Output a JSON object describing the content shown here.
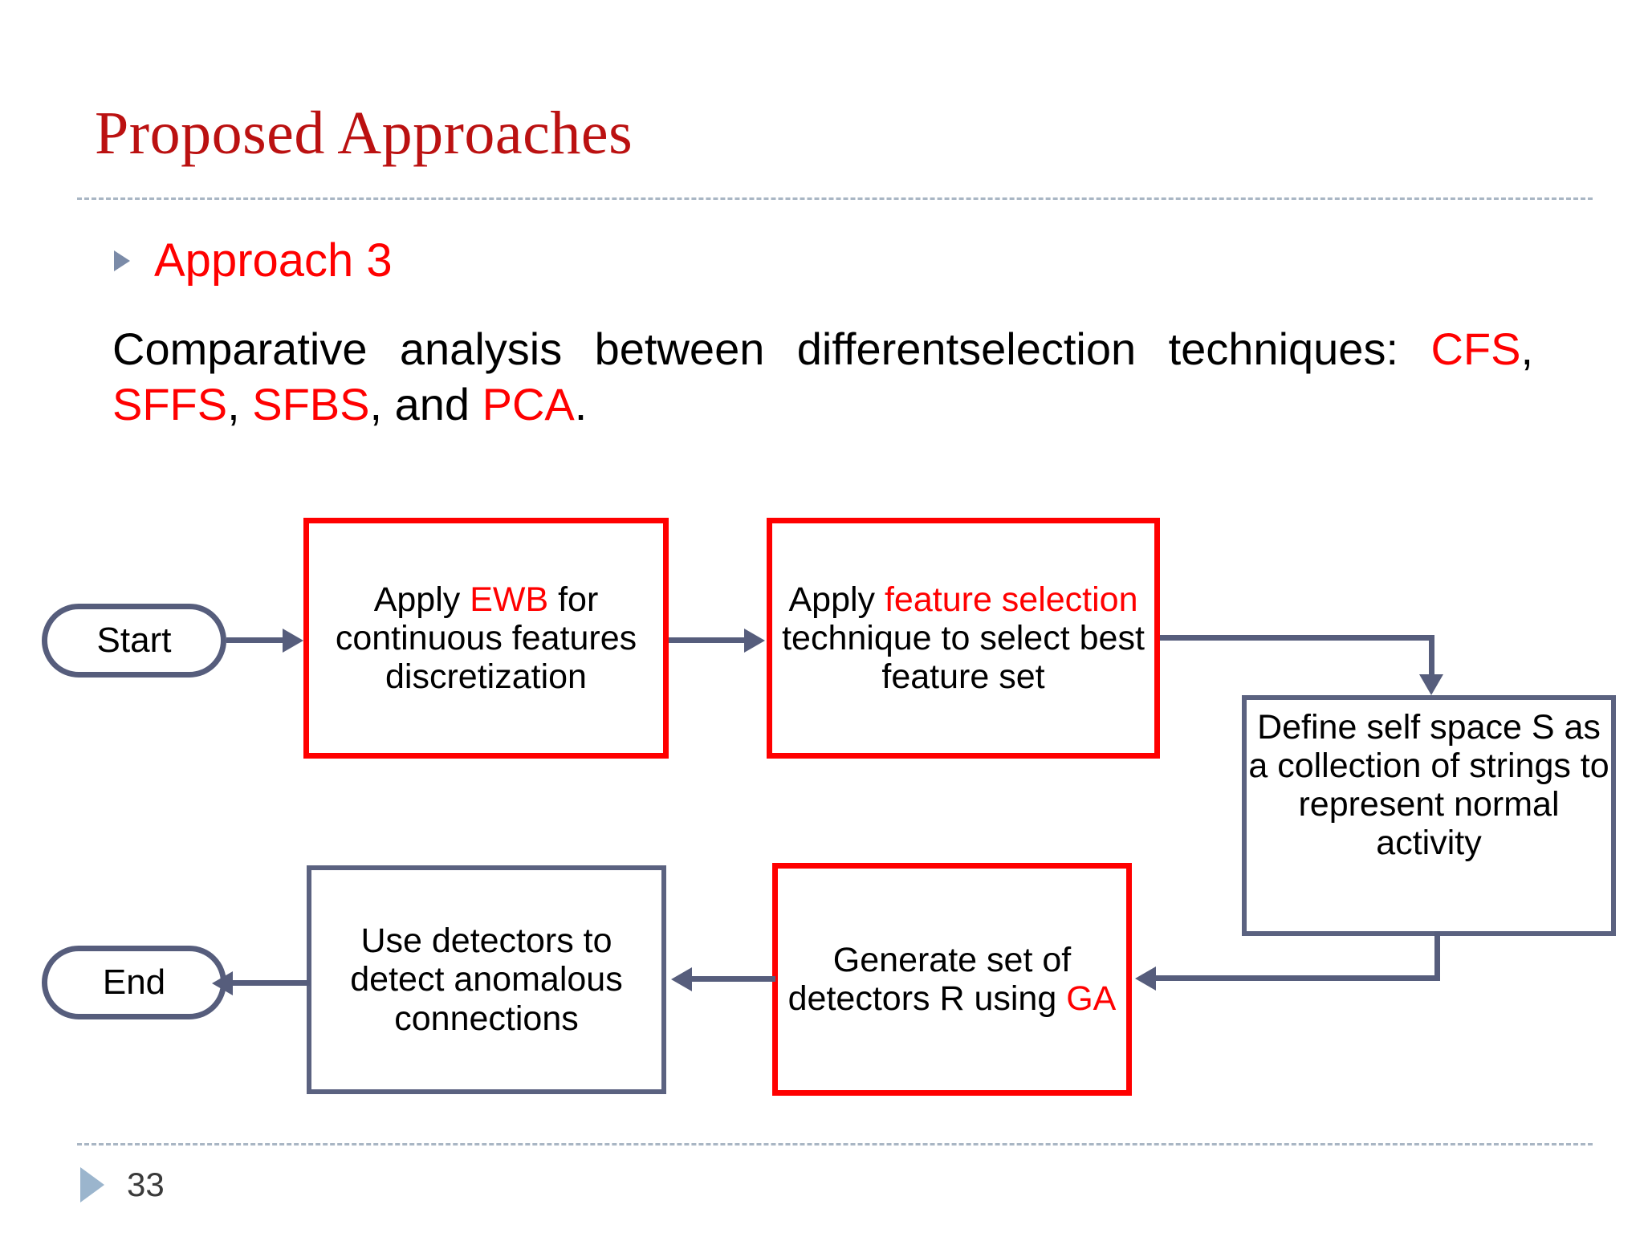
{
  "slide": {
    "title": "Proposed Approaches",
    "page_number": "33",
    "title_color": "#bb1111",
    "accent_red": "#ff0000",
    "slate": "#565d7c",
    "divider_color": "#a9b6c4",
    "footer_marker_color": "#9bb5cd"
  },
  "bullet": {
    "marker": "triangle-bullet-icon",
    "label": "Approach 3"
  },
  "body": {
    "line1": "Comparative analysis between different",
    "line2_prefix": "selection techniques: ",
    "techniques": [
      "CFS",
      "SFFS",
      "SFBS",
      "PCA"
    ],
    "line2_sep1": ", ",
    "line2_sep2": ", ",
    "line2_conj": ", and ",
    "line2_suffix": "."
  },
  "flowchart": {
    "nodes": [
      {
        "id": "start",
        "shape": "terminator",
        "border": "slate",
        "label": "Start"
      },
      {
        "id": "ewb",
        "shape": "rect",
        "border": "red",
        "parts": [
          {
            "text": "Apply ",
            "color": "black"
          },
          {
            "text": "EWB",
            "color": "red"
          },
          {
            "text": " for continuous features discretization",
            "color": "black"
          }
        ],
        "plain": "Apply EWB for continuous features discretization"
      },
      {
        "id": "feature-selection",
        "shape": "rect",
        "border": "red",
        "parts": [
          {
            "text": "Apply ",
            "color": "black"
          },
          {
            "text": "feature selection",
            "color": "red"
          },
          {
            "text": " technique to select best feature set",
            "color": "black"
          }
        ],
        "plain": "Apply feature selection technique to select best feature set"
      },
      {
        "id": "self-space",
        "shape": "rect",
        "border": "slate",
        "plain": "Define self space S as a collection of strings to represent normal activity"
      },
      {
        "id": "generate-detectors",
        "shape": "rect",
        "border": "red",
        "parts": [
          {
            "text": "Generate set of detectors R using ",
            "color": "black"
          },
          {
            "text": "GA",
            "color": "red"
          }
        ],
        "plain": "Generate set of detectors R using GA"
      },
      {
        "id": "use-detectors",
        "shape": "rect",
        "border": "slate",
        "plain": "Use detectors to detect anomalous connections"
      },
      {
        "id": "end",
        "shape": "terminator",
        "border": "slate",
        "label": "End"
      }
    ],
    "edges": [
      {
        "from": "start",
        "to": "ewb",
        "style": "straight-right"
      },
      {
        "from": "ewb",
        "to": "feature-selection",
        "style": "straight-right"
      },
      {
        "from": "feature-selection",
        "to": "self-space",
        "style": "elbow-right-down"
      },
      {
        "from": "self-space",
        "to": "generate-detectors",
        "style": "elbow-down-left"
      },
      {
        "from": "generate-detectors",
        "to": "use-detectors",
        "style": "straight-left"
      },
      {
        "from": "use-detectors",
        "to": "end",
        "style": "straight-left"
      }
    ]
  },
  "node_text": {
    "start": "Start",
    "end": "End",
    "ewb_pre": "Apply ",
    "ewb_red": "EWB",
    "ewb_post": " for continuous features discretization",
    "fs_pre": "Apply ",
    "fs_red": "feature selection",
    "fs_post": " technique to select best feature set",
    "selfspace": "Define self space S as a collection of strings to represent normal activity",
    "ga_pre": "Generate set of detectors R using ",
    "ga_red": "GA",
    "detect": "Use detectors to detect anomalous connections"
  }
}
